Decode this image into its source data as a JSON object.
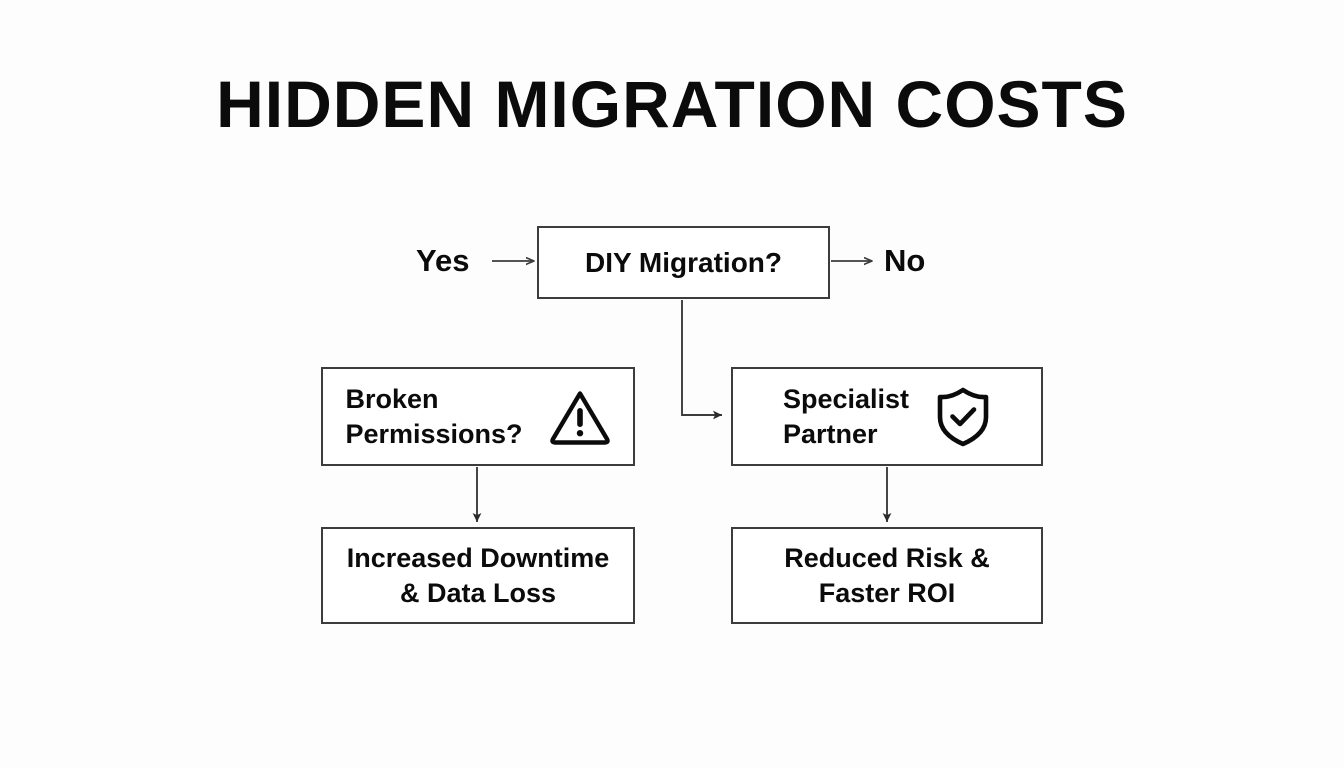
{
  "page": {
    "title": "HIDDEN MIGRATION COSTS",
    "background_color": "#fdfdfd",
    "line_color": "#3c3c3c",
    "text_color": "#0b0b0b"
  },
  "diagram": {
    "type": "flowchart",
    "decision": {
      "label": "DIY Migration?",
      "branch_yes_label": "Yes",
      "branch_no_label": "No"
    },
    "nodes": [
      {
        "id": "broken-permissions",
        "label": "Broken\nPermissions?",
        "icon": "warning-triangle-icon",
        "branch": "yes"
      },
      {
        "id": "specialist-partner",
        "label": "Specialist\nPartner",
        "icon": "shield-check-icon",
        "branch": "no"
      },
      {
        "id": "increased-downtime",
        "label": "Increased Downtime\n& Data Loss",
        "icon": null,
        "branch": "yes"
      },
      {
        "id": "reduced-risk",
        "label": "Reduced Risk &\nFaster ROI",
        "icon": null,
        "branch": "no"
      }
    ],
    "connectors": [
      {
        "from": "yes-label",
        "to": "decision",
        "style": "arrow-right"
      },
      {
        "from": "decision",
        "to": "no-label",
        "style": "arrow-right"
      },
      {
        "from": "decision",
        "to": "specialist-partner",
        "style": "elbow-down-right-arrow"
      },
      {
        "from": "broken-permissions",
        "to": "increased-downtime",
        "style": "arrow-down"
      },
      {
        "from": "specialist-partner",
        "to": "reduced-risk",
        "style": "arrow-down"
      }
    ]
  }
}
